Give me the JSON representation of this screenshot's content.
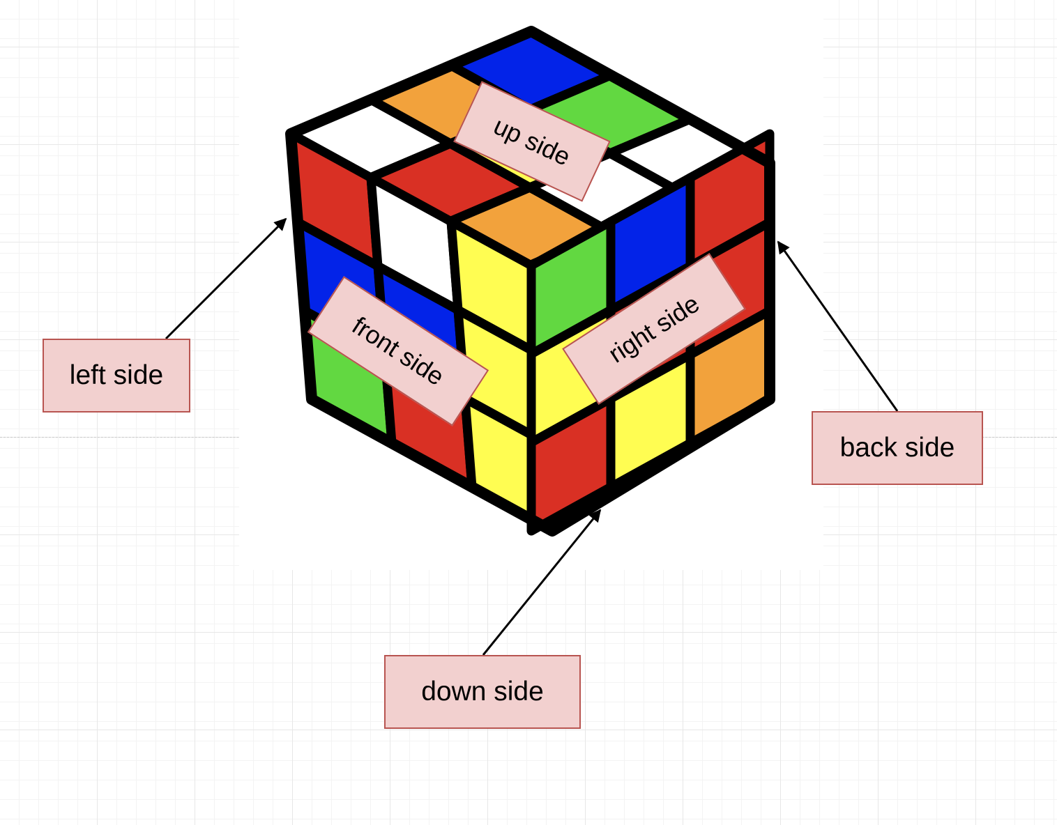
{
  "labels": {
    "left": "left side",
    "back": "back side",
    "down": "down side",
    "up": "up side",
    "front": "front side",
    "right": "right side"
  },
  "colors": {
    "label_fill": "#f2d0cf",
    "label_border": "#b85450",
    "cube_outline": "#000000",
    "arrow": "#000000"
  },
  "cube": {
    "up_face": [
      [
        "white",
        "orange",
        "blue"
      ],
      [
        "red",
        "yellow",
        "green"
      ],
      [
        "orange",
        "white",
        "white"
      ]
    ],
    "front_face": [
      [
        "red",
        "white",
        "yellow"
      ],
      [
        "blue",
        "blue",
        "yellow"
      ],
      [
        "green",
        "red",
        "yellow"
      ]
    ],
    "right_face": [
      [
        "green",
        "blue",
        "red"
      ],
      [
        "yellow",
        "red",
        "red"
      ],
      [
        "red",
        "yellow",
        "orange"
      ]
    ]
  }
}
